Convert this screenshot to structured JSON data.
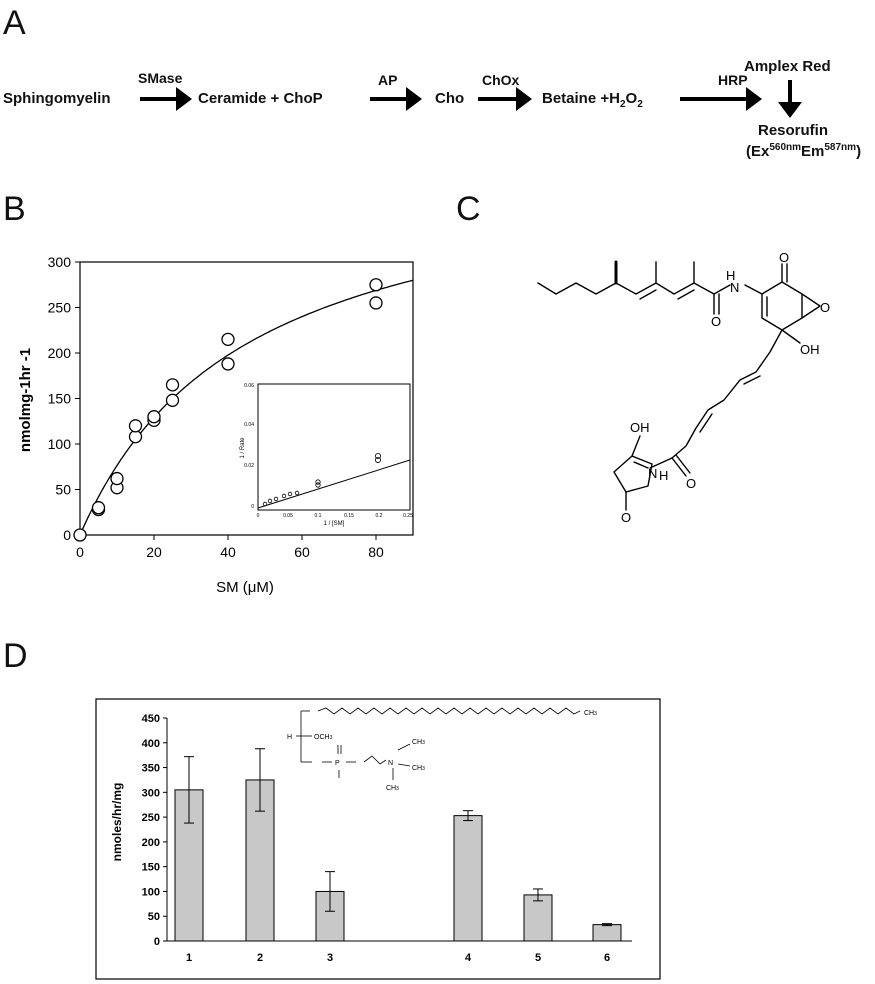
{
  "panels": {
    "a": "A",
    "b": "B",
    "c": "C",
    "d": "D"
  },
  "scheme": {
    "sphingomyelin": "Sphingomyelin",
    "smase": "SMase",
    "ceramide": "Ceramide + ChoP",
    "ap": "AP",
    "cho": "Cho",
    "chox": "ChOx",
    "betaine": "Betaine +H",
    "h_sub": "2",
    "o": "O",
    "o_sub": "2",
    "hrp": "HRP",
    "amplex": "Amplex Red",
    "resorufin": "Resorufin",
    "ex_open": "(Ex",
    "ex_sup": "560nm",
    "em": "Em",
    "em_sup": "587nm",
    "ex_close": ")"
  },
  "chem_labels": {
    "oh1": "OH",
    "oh2": "OH",
    "o1": "O",
    "o2": "O",
    "o3": "O",
    "o4": "O",
    "o5": "O",
    "nh1": "N",
    "h1": "H",
    "nh2": "N",
    "h2": "H"
  },
  "inset": {
    "xlabel": "1 / [SM]",
    "ylabel": "1 / Rate",
    "yticks": [
      "0.06",
      "0.04",
      "0.02",
      "0"
    ],
    "xticks": [
      "0",
      "0.05",
      "0.1",
      "0.15",
      "0.2",
      "0.25"
    ]
  },
  "struct_d_labels": {
    "ch3": "CH",
    "ch3_sub": "3",
    "h": "H",
    "och3": "OCH",
    "p": "P",
    "n": "N"
  },
  "chart_data": [
    {
      "type": "scatter",
      "xlabel": "SM (μM)",
      "ylabel": "nmolmg-1hr -1",
      "ylim": [
        0,
        300
      ],
      "xlim": [
        0,
        90
      ],
      "xticks": [
        0,
        20,
        40,
        60,
        80
      ],
      "yticks": [
        0,
        50,
        100,
        150,
        200,
        250,
        300
      ],
      "points": [
        {
          "x": 0,
          "y": 0
        },
        {
          "x": 5,
          "y": 28
        },
        {
          "x": 5,
          "y": 30
        },
        {
          "x": 10,
          "y": 52
        },
        {
          "x": 10,
          "y": 62
        },
        {
          "x": 15,
          "y": 108
        },
        {
          "x": 15,
          "y": 120
        },
        {
          "x": 20,
          "y": 126
        },
        {
          "x": 20,
          "y": 130
        },
        {
          "x": 25,
          "y": 148
        },
        {
          "x": 25,
          "y": 165
        },
        {
          "x": 40,
          "y": 188
        },
        {
          "x": 40,
          "y": 215
        },
        {
          "x": 80,
          "y": 255
        },
        {
          "x": 80,
          "y": 275
        }
      ],
      "fit": {
        "vmax": 420,
        "km": 45
      }
    },
    {
      "type": "bar",
      "ylabel": "nmoles/hr/mg",
      "ylim": [
        0,
        450
      ],
      "yticks": [
        0,
        50,
        100,
        150,
        200,
        250,
        300,
        350,
        400,
        450
      ],
      "categories": [
        "1",
        "2",
        "3",
        "4",
        "5",
        "6"
      ],
      "values": [
        305,
        325,
        100,
        253,
        93,
        33
      ],
      "errors": [
        67,
        63,
        40,
        10,
        12,
        2
      ],
      "color": "#c8c8c8"
    }
  ]
}
